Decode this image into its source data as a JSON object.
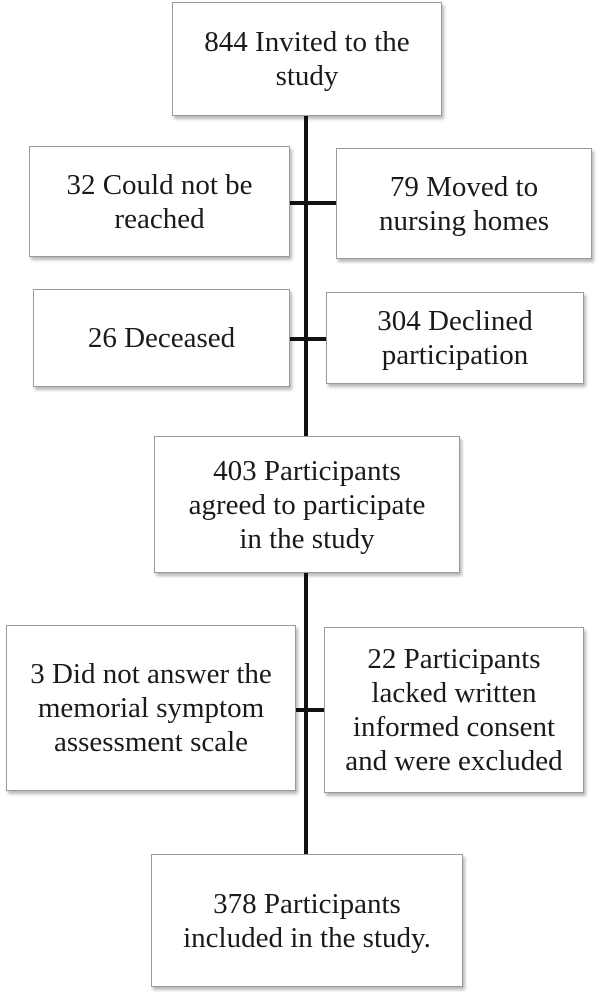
{
  "flowchart": {
    "invited": "844 Invited to the\nstudy",
    "not_reached": "32 Could not be\nreached",
    "nursing_homes": "79 Moved to\nnursing homes",
    "deceased": "26 Deceased",
    "declined": "304 Declined\nparticipation",
    "agreed": "403 Participants\nagreed to participate\nin the study",
    "no_answer": "3 Did not answer the\nmemorial symptom\nassessment scale",
    "no_consent": "22 Participants\nlacked written\ninformed consent\nand were excluded",
    "included": "378 Participants\nincluded in the study."
  }
}
